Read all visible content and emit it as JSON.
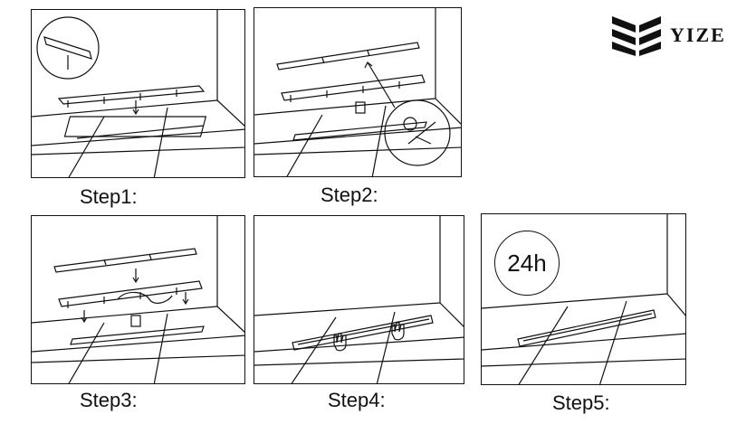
{
  "brand": {
    "name": "YIZE",
    "logo_icon": "yize-logo-icon"
  },
  "steps": [
    {
      "caption": "Step1:"
    },
    {
      "caption": "Step2:"
    },
    {
      "caption": "Step3:"
    },
    {
      "caption": "Step4:"
    },
    {
      "caption": "Step5:",
      "badge": "24h"
    }
  ]
}
